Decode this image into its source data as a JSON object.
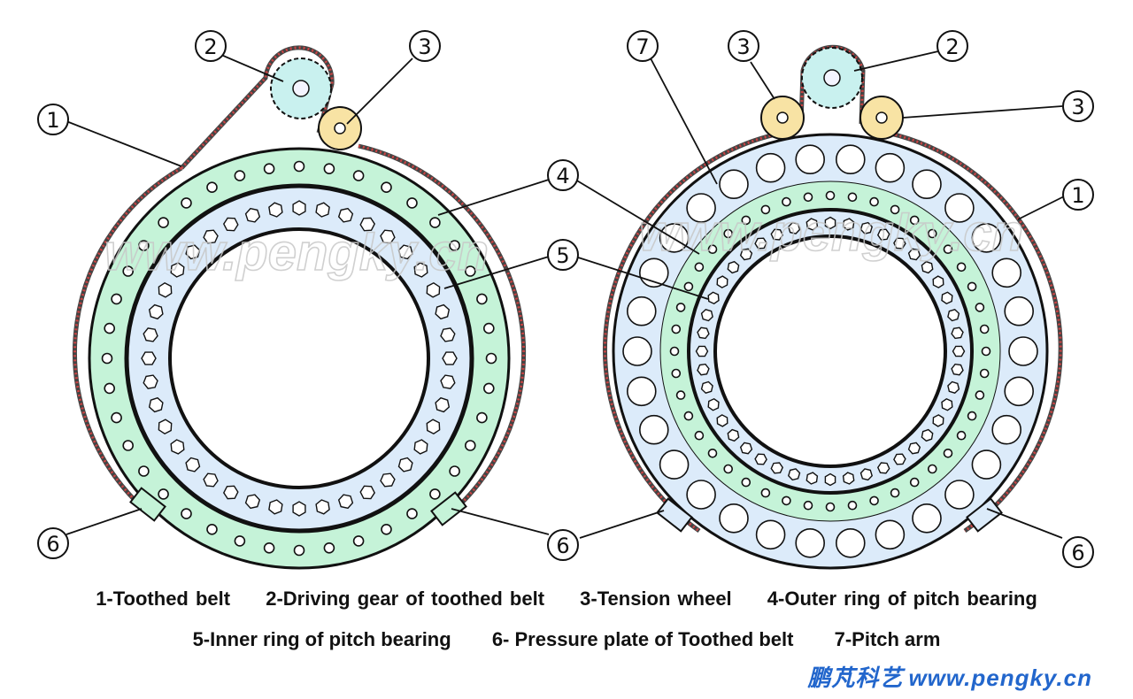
{
  "colors": {
    "outer_ring_green": "#c5f3d8",
    "inner_ring_blue": "#dcebfa",
    "gear_cyan": "#c9f1ef",
    "tension_yellow": "#f8e3a4",
    "belt_red": "#cc4444",
    "brand_blue": "#2266cc"
  },
  "left_diagram": {
    "callouts": [
      "1",
      "2",
      "3",
      "4",
      "5",
      "6",
      "6"
    ]
  },
  "right_diagram": {
    "callouts": [
      "7",
      "3",
      "2",
      "3",
      "1",
      "4",
      "5",
      "6",
      "6"
    ]
  },
  "watermark_text": "www.pengky.cn",
  "legend": {
    "row1": [
      "1-Toothed belt",
      "2-Driving gear of toothed belt",
      "3-Tension wheel",
      "4-Outer ring of pitch bearing"
    ],
    "row2": [
      "5-Inner ring of pitch bearing",
      "6- Pressure plate of Toothed belt",
      "7-Pitch arm"
    ]
  },
  "brand": {
    "cn": "鹏芃科艺",
    "url": "www.pengky.cn"
  }
}
